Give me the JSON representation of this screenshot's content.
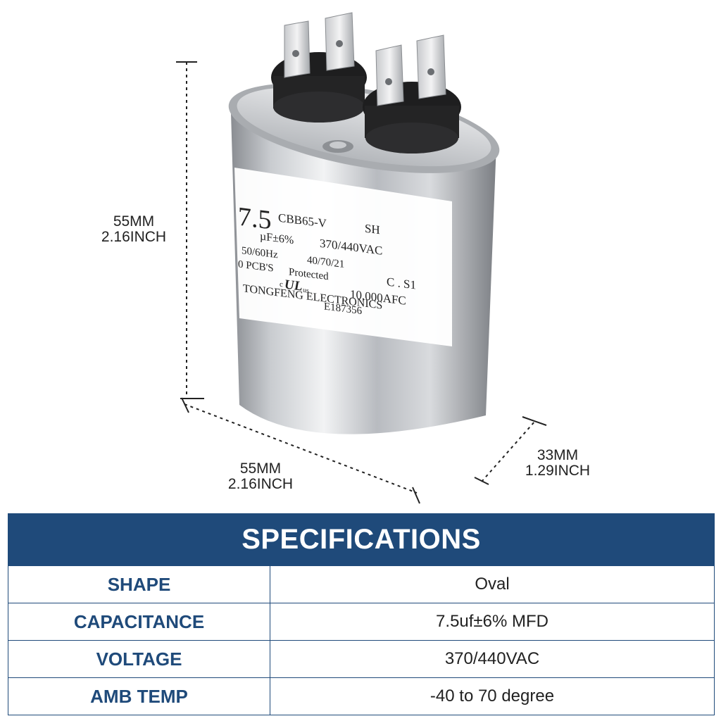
{
  "dimensions": {
    "height": {
      "mm": "55MM",
      "inch": "2.16INCH"
    },
    "length": {
      "mm": "55MM",
      "inch": "2.16INCH"
    },
    "depth": {
      "mm": "33MM",
      "inch": "1.29INCH"
    }
  },
  "label": {
    "value": "7.5",
    "model": "CBB65-V",
    "sh": "SH",
    "tolerance": "µF±6%",
    "voltage": "370/440VAC",
    "frequency": "50/60Hz",
    "climate": "40/70/21",
    "pcb": "0 PCB'S",
    "cs": "C . S1",
    "protected": "Protected",
    "afc": "10,000AFC",
    "ul": "c",
    "ul2": "us",
    "maker": "TONGFENG ELECTRONICS",
    "cert": "E187356"
  },
  "specs": {
    "title": "SPECIFICATIONS",
    "rows": [
      {
        "key": "SHAPE",
        "value": "Oval"
      },
      {
        "key": "CAPACITANCE",
        "value": "7.5uf±6% MFD"
      },
      {
        "key": "VOLTAGE",
        "value": "370/440VAC"
      },
      {
        "key": "AMB TEMP",
        "value": "-40 to 70 degree"
      }
    ]
  },
  "colors": {
    "brand_blue": "#1f4a7a"
  }
}
